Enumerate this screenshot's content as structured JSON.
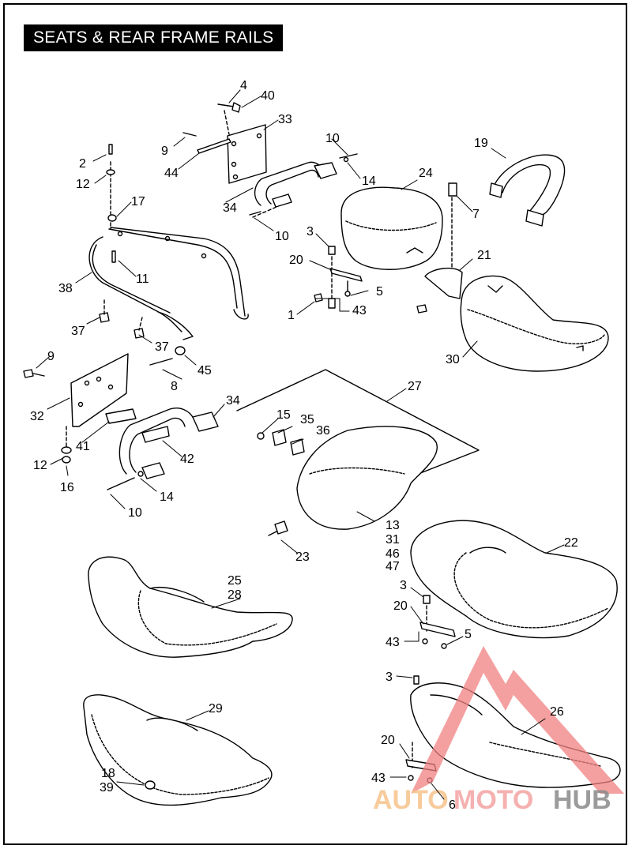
{
  "title": "SEATS & REAR FRAME RAILS",
  "watermark": {
    "text_a": "AUTO",
    "text_b": "MOTO",
    "text_c": "HUB",
    "color_a": "#f6c28a",
    "color_b": "#f4a3a3",
    "color_c": "#888888",
    "triangle_color": "#f08080"
  },
  "callouts": {
    "c1": "1",
    "c2": "2",
    "c3a": "3",
    "c3b": "3",
    "c3c": "3",
    "c4": "4",
    "c5a": "5",
    "c5b": "5",
    "c6": "6",
    "c7": "7",
    "c8": "8",
    "c9a": "9",
    "c9b": "9",
    "c10a": "10",
    "c10b": "10",
    "c10c": "10",
    "c11": "11",
    "c12a": "12",
    "c12b": "12",
    "c13": "13",
    "c14a": "14",
    "c14b": "14",
    "c15": "15",
    "c16": "16",
    "c17": "17",
    "c18": "18",
    "c19": "19",
    "c20a": "20",
    "c20b": "20",
    "c20c": "20",
    "c21": "21",
    "c22": "22",
    "c23": "23",
    "c24": "24",
    "c25": "25",
    "c26": "26",
    "c27": "27",
    "c28": "28",
    "c29": "29",
    "c30": "30",
    "c31": "31",
    "c32": "32",
    "c33": "33",
    "c34a": "34",
    "c34b": "34",
    "c35": "35",
    "c36": "36",
    "c37a": "37",
    "c37b": "37",
    "c38": "38",
    "c39": "39",
    "c40": "40",
    "c41": "41",
    "c42": "42",
    "c43a": "43",
    "c43b": "43",
    "c43c": "43",
    "c44": "44",
    "c45": "45",
    "c46": "46",
    "c47": "47"
  }
}
